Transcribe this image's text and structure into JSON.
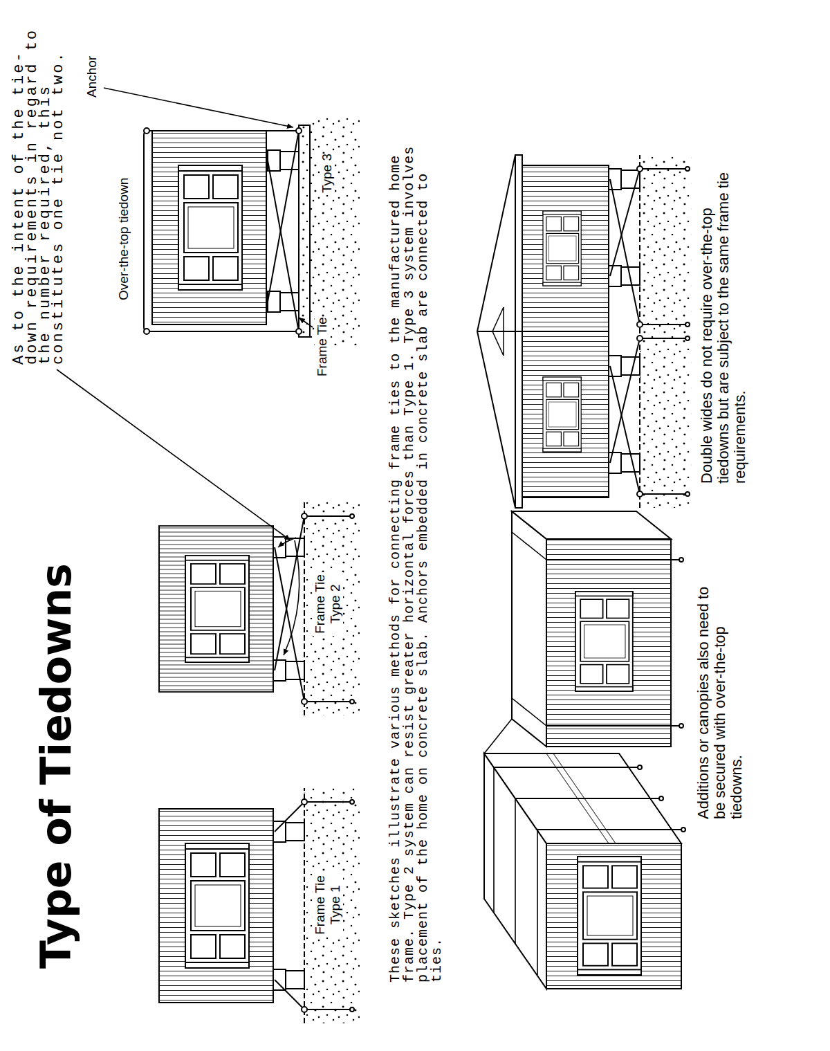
{
  "diagram": {
    "title": "Type of Tiedowns",
    "labels": [
      "As to the intent of the tie-down requirements in regard to the number required, this constitutes one tie not two.",
      "Anchor",
      "Over-the-top tiedown",
      "Frame Tie",
      "Type 3",
      "Frame Tie Type 2",
      "Frame Tie Type 1",
      "These sketches illustrate various methods for connecting frame ties to the manufactured home frame. Type 2 system can resist greater horizontal forces than Type 1. Type 3 system involves placement of the home on concrete slab. Anchors embedded in concrete slab are connected to ties.",
      "Additions or canopies also need to be secured with over-the-top tiedowns.",
      "Double wides do not require over-the-top tiedowns but are subject to the same frame tie requirements."
    ]
  }
}
